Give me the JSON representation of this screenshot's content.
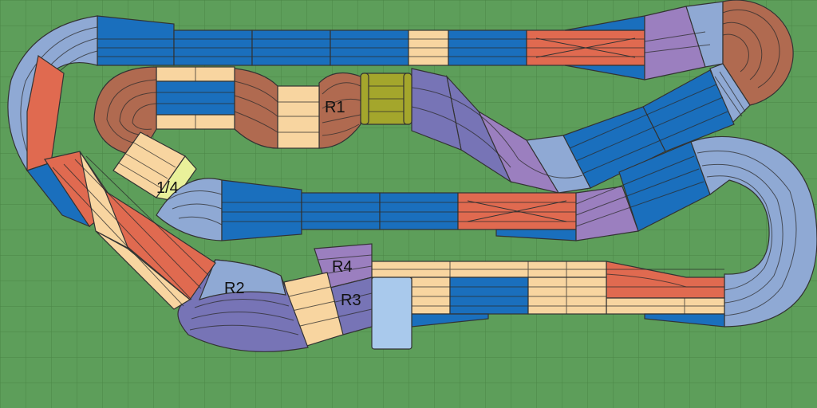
{
  "labels": {
    "r1": "R1",
    "r2": "R2",
    "r3": "R3",
    "r4": "R4",
    "quarter": "1/4"
  },
  "colors": {
    "grass": "#5d9e5a",
    "grid": "#4a8646",
    "straight_blue": "#1a6fbd",
    "straight_tan": "#f8d5a0",
    "crossover_red": "#e06a50",
    "curve_lightblue": "#8fa9d4",
    "curve_purple": "#9b7fbf",
    "curve_violet": "#7774b6",
    "curve_brown": "#b06a50",
    "bridge_olive": "#a4a62c",
    "pit_lightblue": "#a9c9ec",
    "quarter_yellow": "#e9f19a"
  }
}
